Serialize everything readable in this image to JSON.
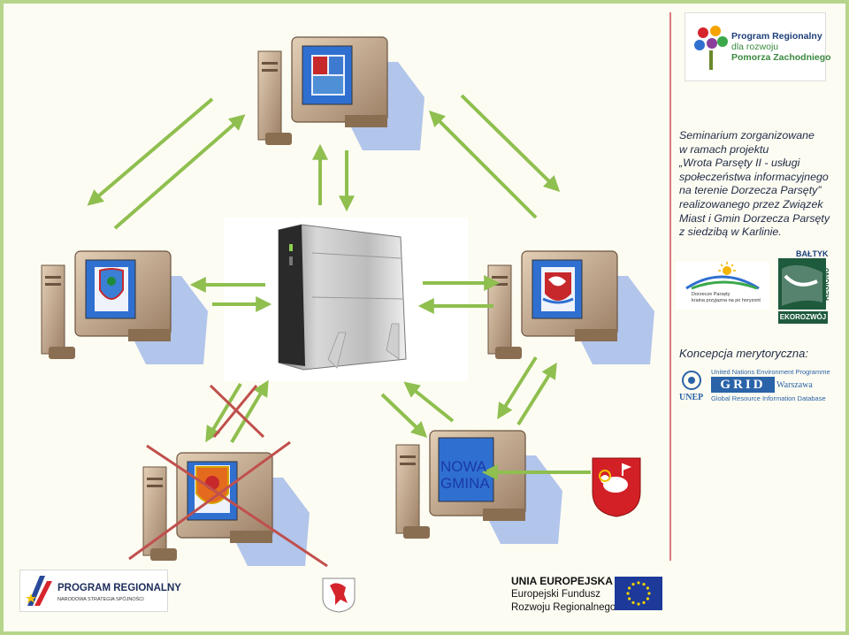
{
  "program_regionalny_logo": {
    "line1": "Program Regionalny",
    "line2": "dla rozwoju",
    "line3": "Pomorza Zachodniego"
  },
  "seminar_text": [
    "Seminarium zorganizowane",
    "w ramach projektu",
    "„Wrota Parsęty II - usługi",
    "społeczeństwa informacyjnego",
    "na terenie Dorzecza Parsęty”",
    "realizowanego przez Związek",
    "Miast i Gmin Dorzecza Parsęty",
    "z siedzibą w Karlinie."
  ],
  "dorzecza_logo": {
    "line1": "Dorzecze Parsęty",
    "line2": "kraina przyjazna na po horyzont"
  },
  "baltyk_logo": {
    "top": "BAŁTYK",
    "side": "REGIONU",
    "bottom": "EKOROZWÓJ"
  },
  "koncepcja": "Koncepcja merytoryczna:",
  "unep_logo": {
    "unep": "UNEP",
    "line1": "United Nations Environment Programme",
    "grid": "GRID",
    "warszawa": "Warszawa",
    "line3": "Global Resource Information Database"
  },
  "new_commune": {
    "line1": "NOWA",
    "line2": "GMINA"
  },
  "footer": {
    "program_regionalny": "PROGRAM REGIONALNY",
    "narodowa": "NARODOWA STRATEGIA SPÓJNOŚCI",
    "ue_title": "UNIA EUROPEJSKA",
    "ue_line2": "Europejski Fundusz",
    "ue_line3": "Rozwoju Regionalnego"
  },
  "colors": {
    "arrow": "#8fbf4f",
    "cross": "#c0504d",
    "frame": "#b6d48a",
    "monitor_beige": "#c9b29a",
    "screen_blue": "#2f6fd0",
    "shadow_blue": "#9fb6e8"
  }
}
